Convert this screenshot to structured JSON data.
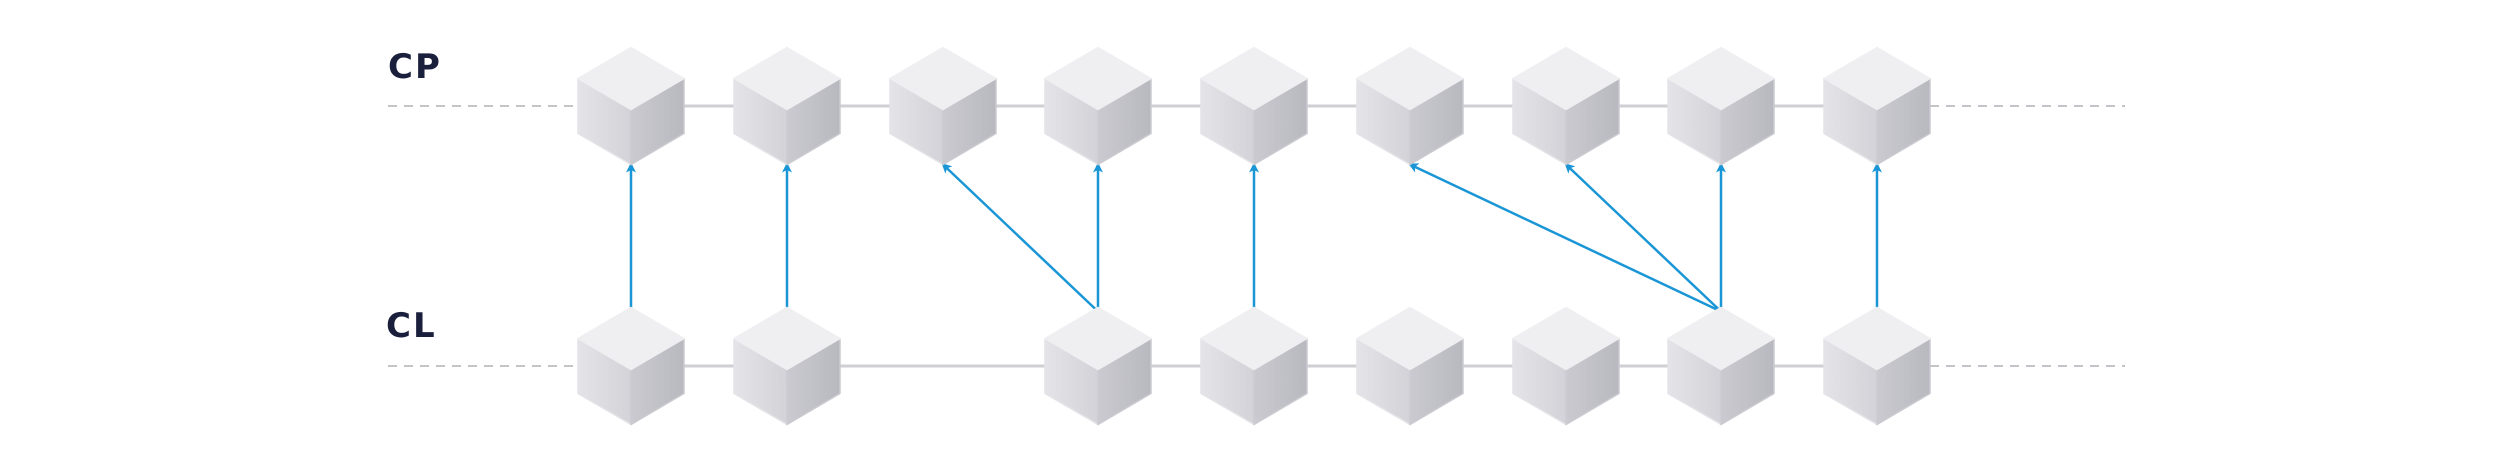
{
  "rows": [
    {
      "id": "cp",
      "label": "CP",
      "blocks": [
        1,
        1,
        1,
        1,
        1,
        1,
        1,
        1,
        1
      ]
    },
    {
      "id": "cl",
      "label": "CL",
      "blocks": [
        1,
        1,
        0,
        1,
        1,
        1,
        1,
        1,
        1
      ]
    }
  ],
  "links": [
    {
      "from": 0,
      "to": [
        0
      ]
    },
    {
      "from": 1,
      "to": [
        1
      ]
    },
    {
      "from": 3,
      "to": [
        2,
        3
      ]
    },
    {
      "from": 4,
      "to": [
        4
      ]
    },
    {
      "from": 7,
      "to": [
        5,
        6,
        7
      ]
    },
    {
      "from": 8,
      "to": [
        8
      ]
    }
  ],
  "colors": {
    "label": "#1a1f3c",
    "arrow": "#1a96d6",
    "chain_line": "#cfcfd4",
    "dashed_line": "#c4c4c8",
    "cube_top": "#efeff1",
    "cube_left_light": "#e4e4e8",
    "cube_left_dark": "#d2d2d8",
    "cube_right_light": "#cacad0",
    "cube_right_dark": "#b8b8bf"
  }
}
